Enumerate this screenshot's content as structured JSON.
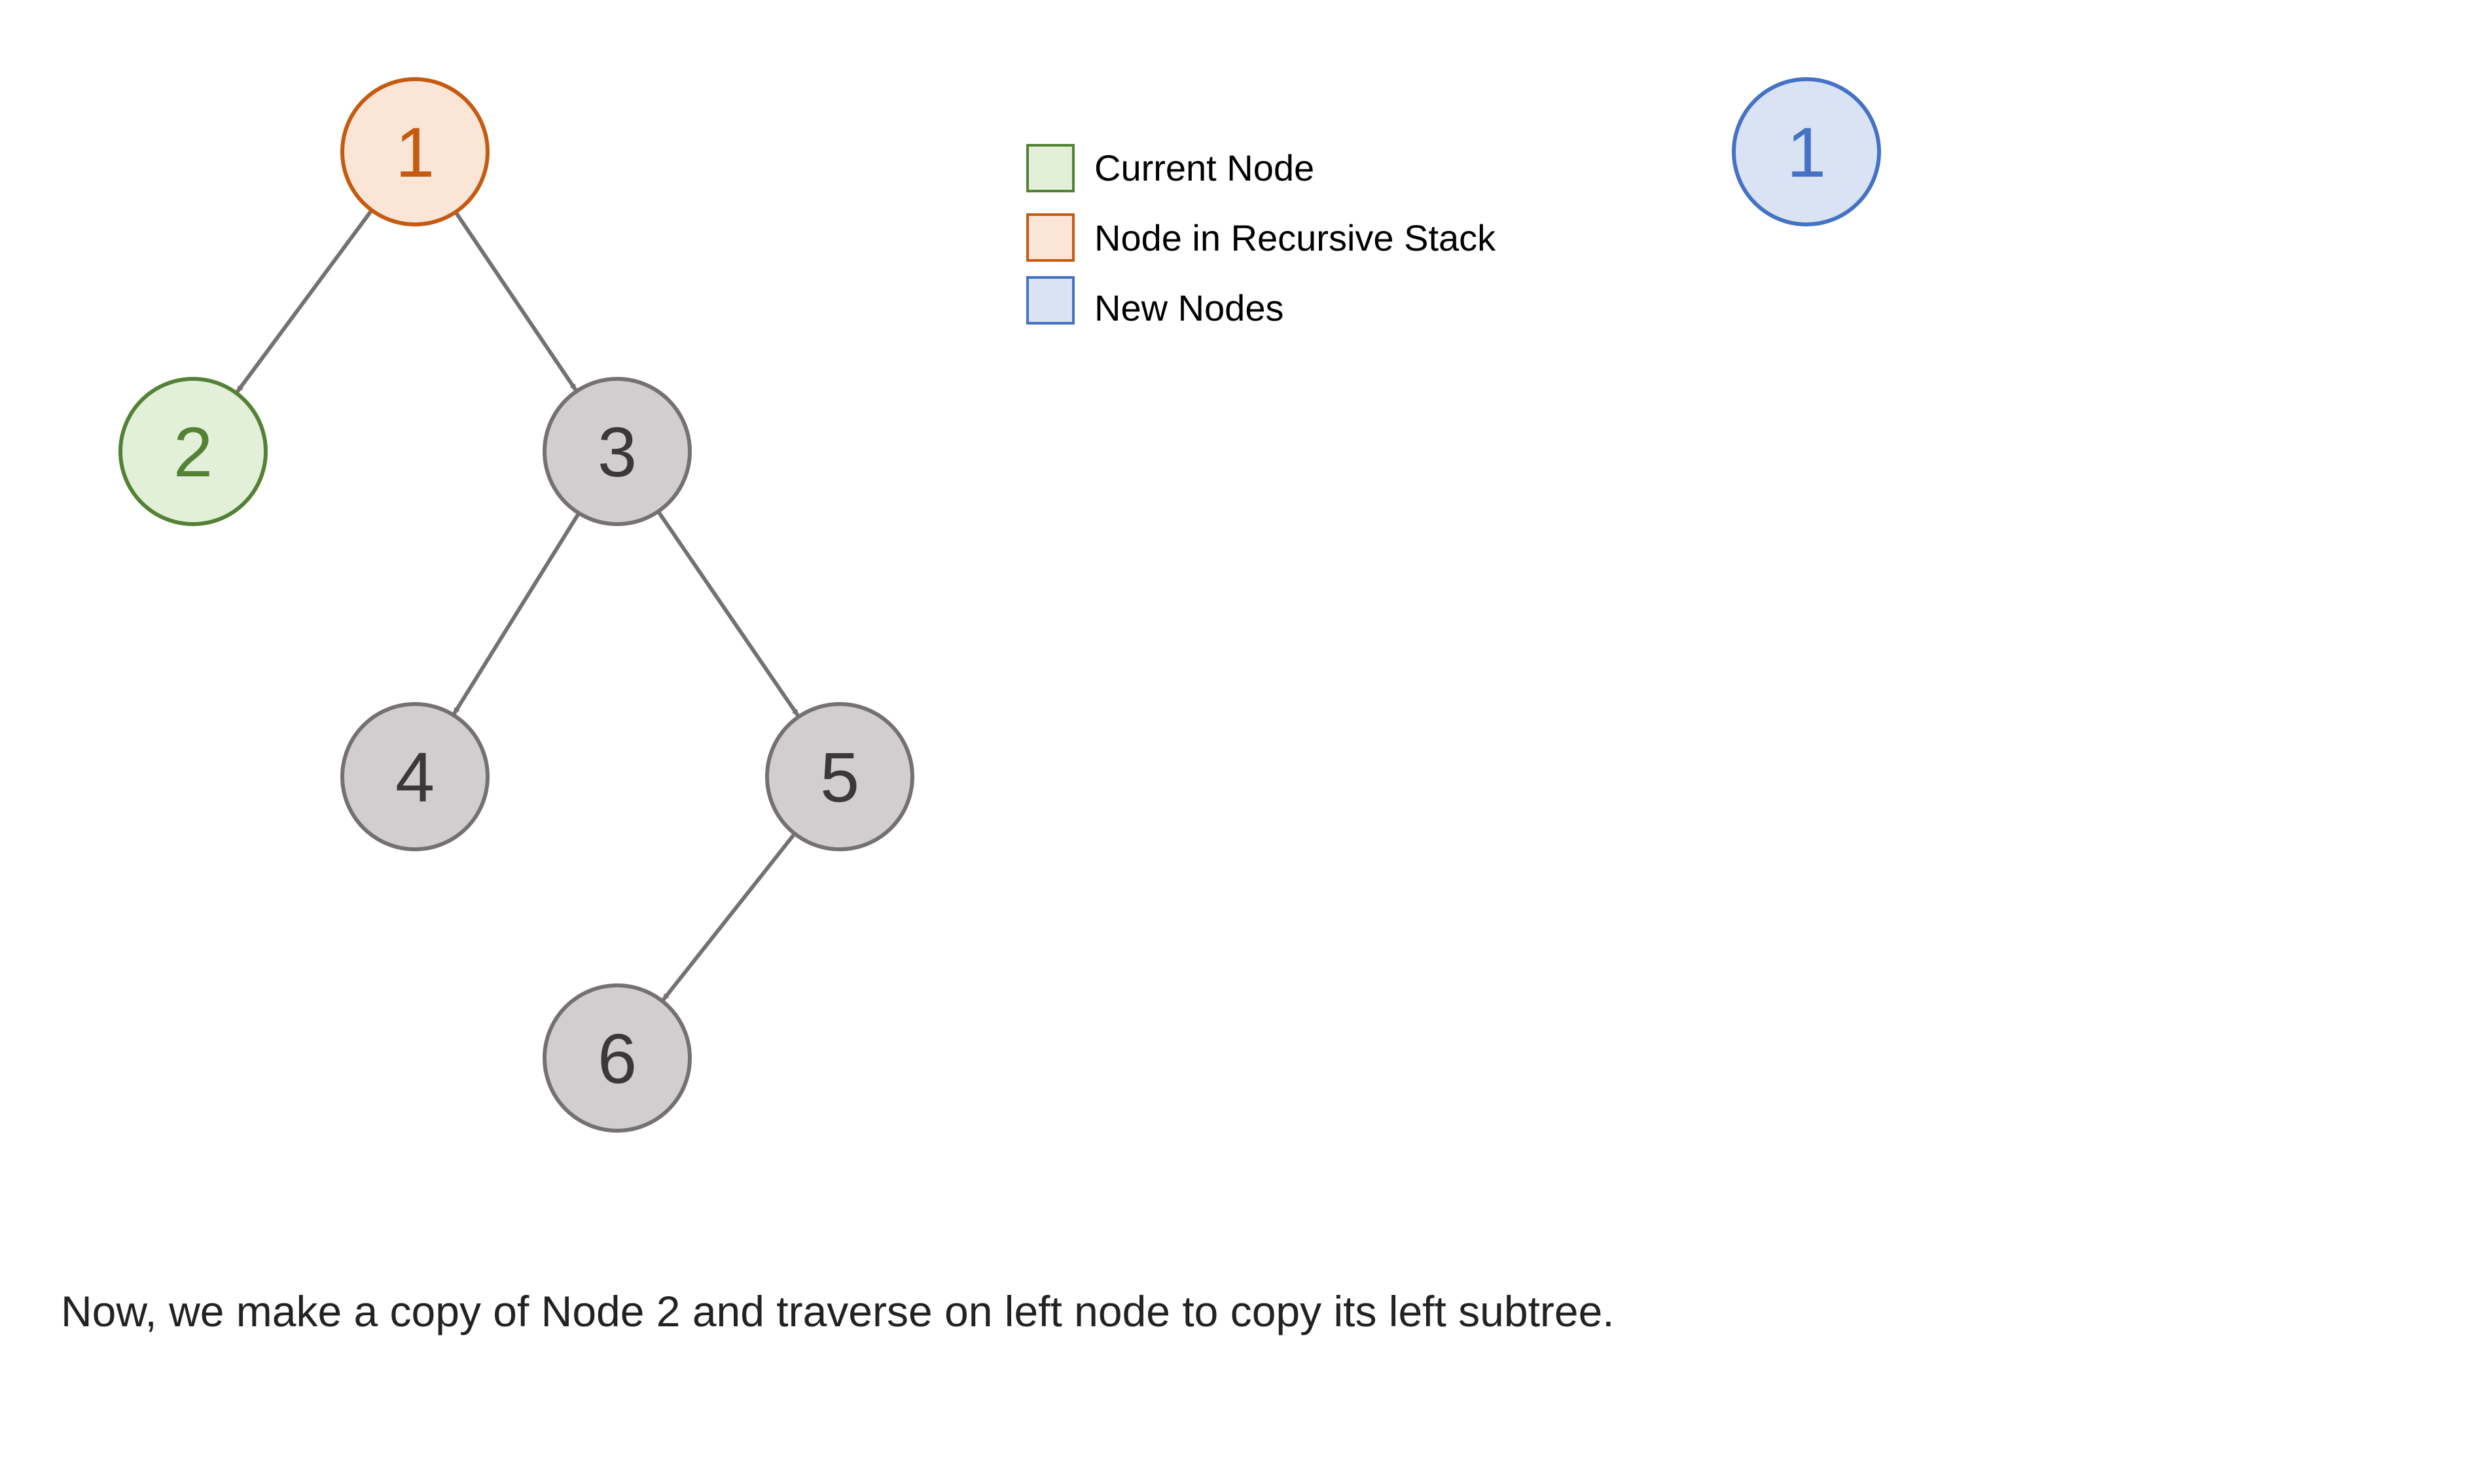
{
  "styles": {
    "current": {
      "fill": "#e2efd9",
      "stroke": "#548235",
      "text": "#548235"
    },
    "stack": {
      "fill": "#fbe5d6",
      "stroke": "#c55a11",
      "text": "#c55a11"
    },
    "new": {
      "fill": "#dae3f3",
      "stroke": "#4472c4",
      "text": "#4472c4"
    },
    "default": {
      "fill": "#d0cece",
      "stroke": "#767171",
      "text": "#3a3838"
    },
    "edge": "#767171"
  },
  "tree": {
    "nodes": [
      {
        "id": "1",
        "label": "1",
        "state": "stack"
      },
      {
        "id": "2",
        "label": "2",
        "state": "current"
      },
      {
        "id": "3",
        "label": "3",
        "state": "default"
      },
      {
        "id": "4",
        "label": "4",
        "state": "default"
      },
      {
        "id": "5",
        "label": "5",
        "state": "default"
      },
      {
        "id": "6",
        "label": "6",
        "state": "default"
      }
    ],
    "edges": [
      {
        "from": "1",
        "to": "2"
      },
      {
        "from": "1",
        "to": "3"
      },
      {
        "from": "3",
        "to": "4"
      },
      {
        "from": "3",
        "to": "5"
      },
      {
        "from": "5",
        "to": "6"
      }
    ]
  },
  "new_tree": {
    "nodes": [
      {
        "id": "n1",
        "label": "1",
        "state": "new"
      }
    ]
  },
  "legend": {
    "items": [
      {
        "label": "Current Node",
        "state": "current"
      },
      {
        "label": "Node in Recursive Stack",
        "state": "stack"
      },
      {
        "label": "New Nodes",
        "state": "new"
      }
    ]
  },
  "caption": "Now, we make a copy of Node 2 and traverse on left node to copy its left subtree."
}
